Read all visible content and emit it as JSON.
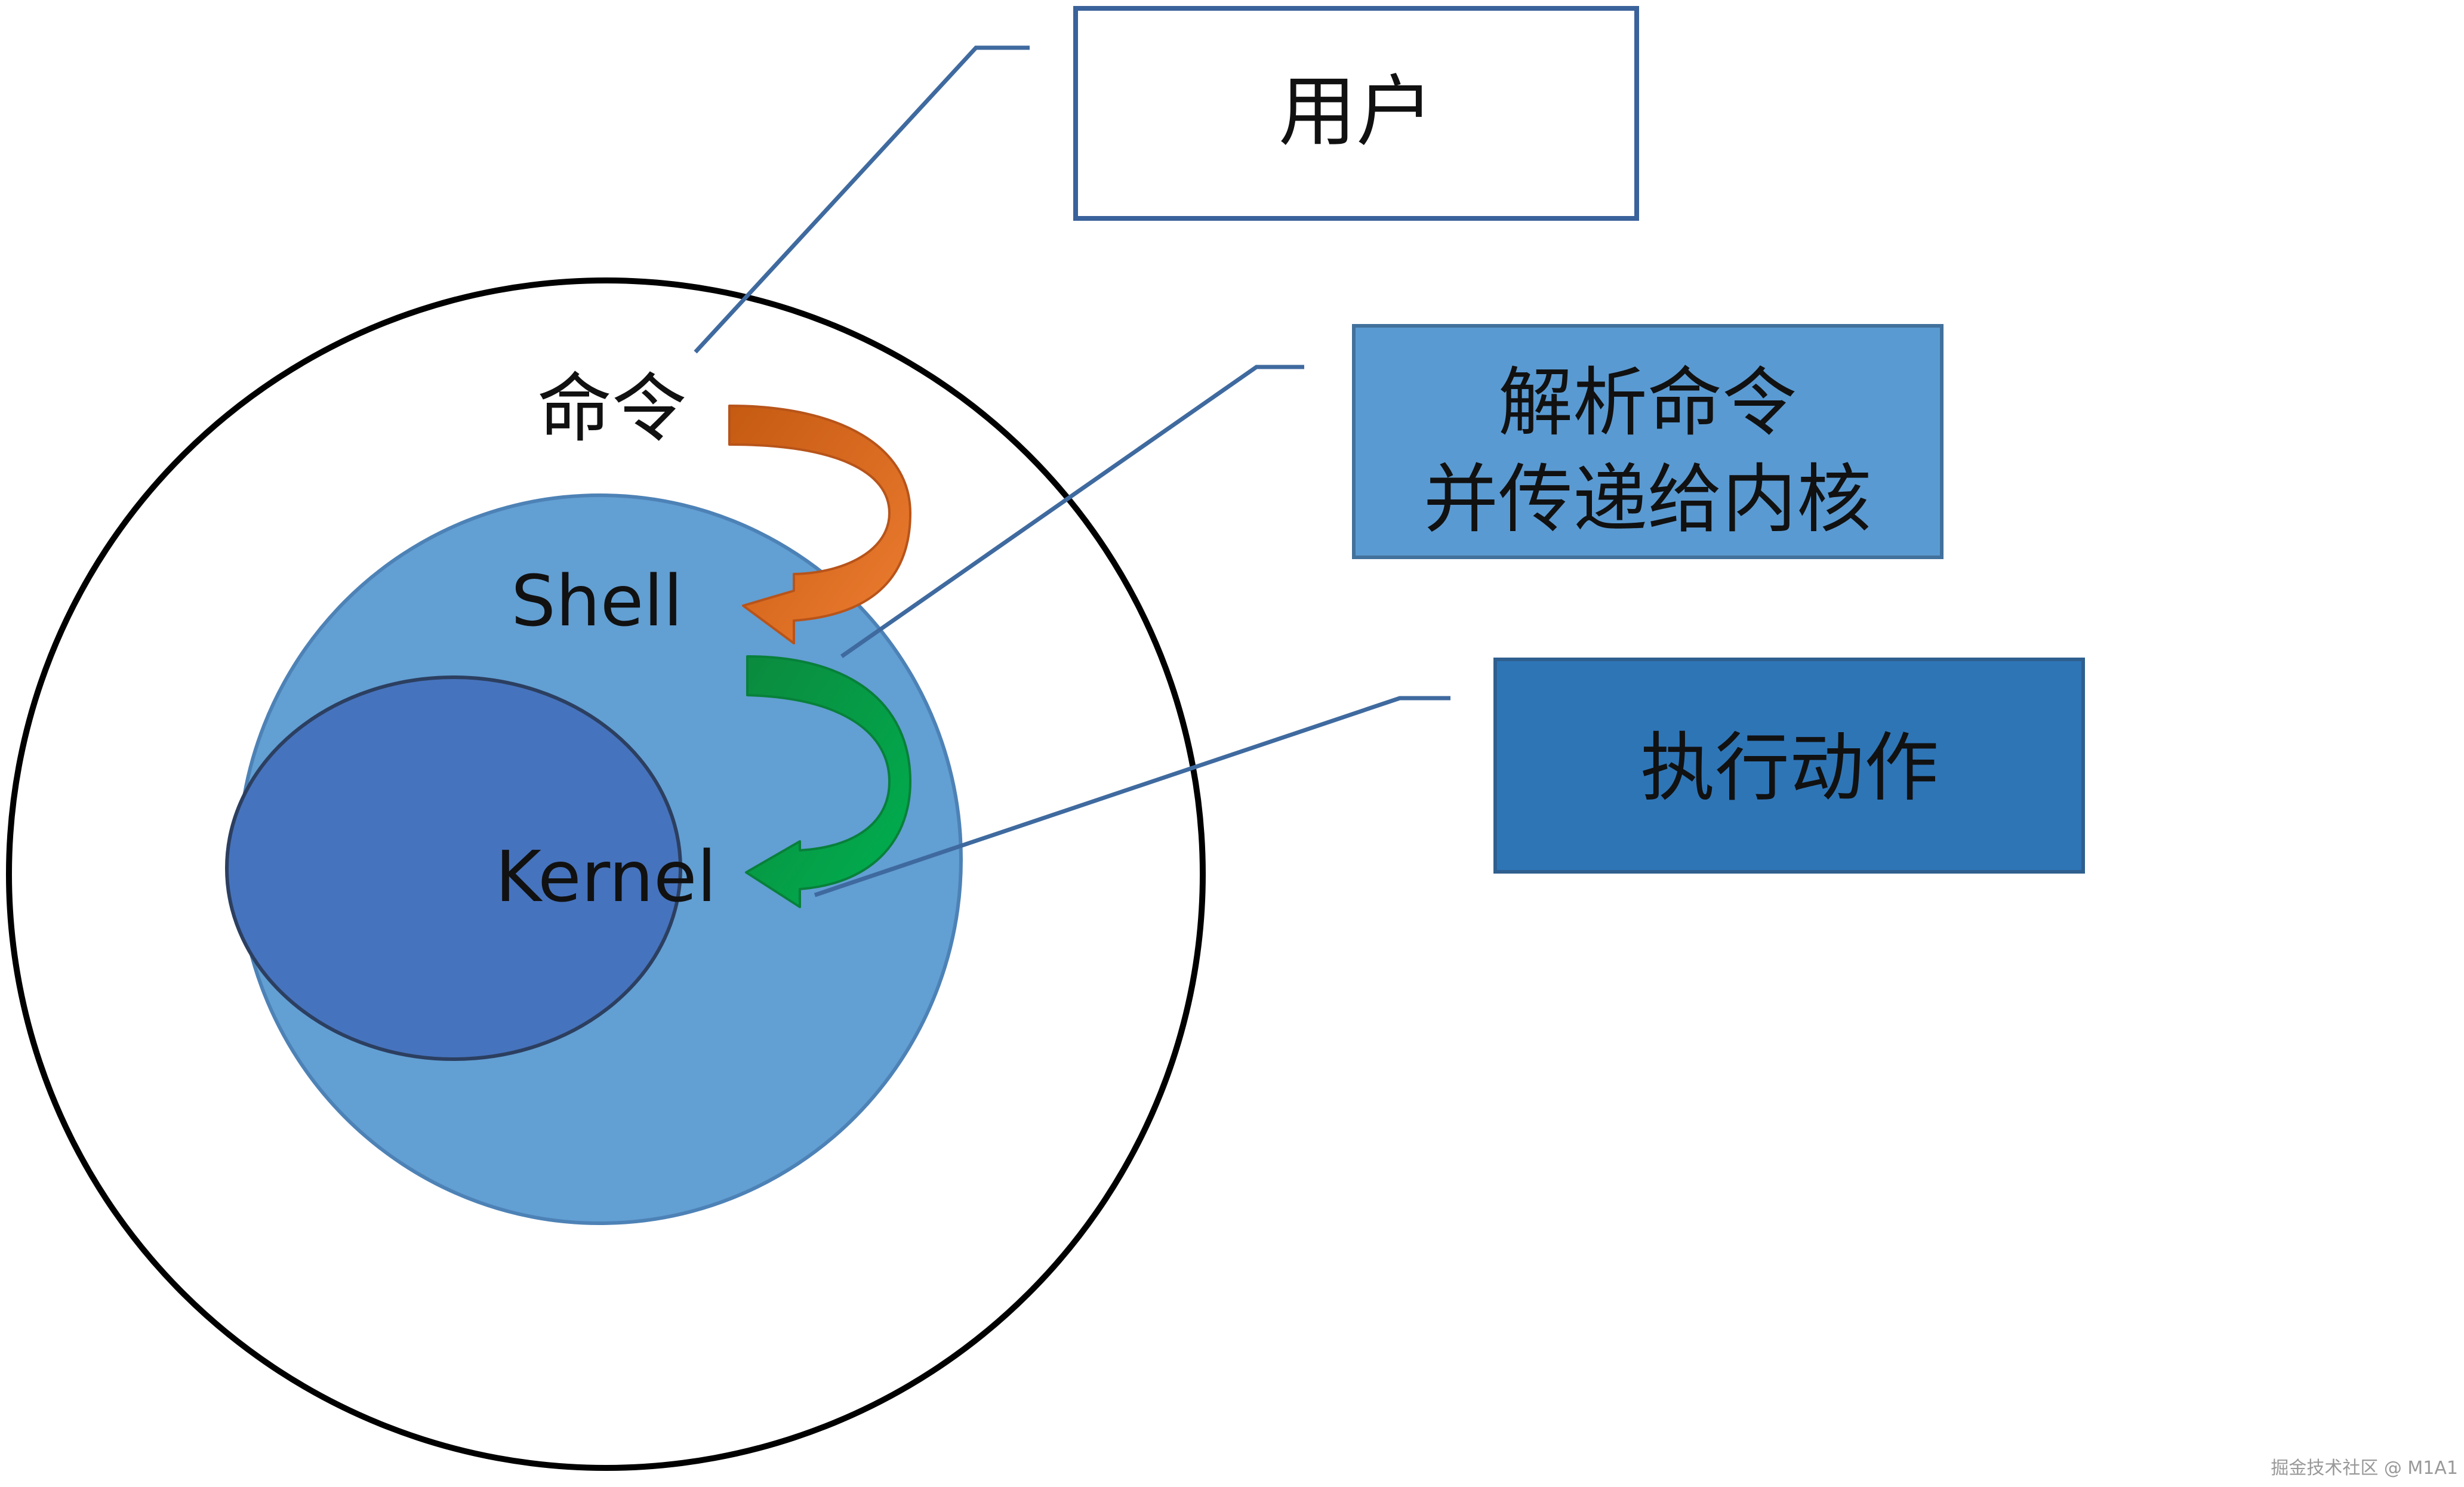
{
  "labels": {
    "user_box": "用户",
    "command": "命令",
    "shell": "Shell",
    "kernel": "Kernel",
    "parse_box_line1": "解析命令",
    "parse_box_line2": "并传递给内核",
    "execute_box": "执行动作"
  },
  "watermark": "掘金技术社区 @ M1A1",
  "colors": {
    "background": "#ffffff",
    "outer_circle_stroke": "#000000",
    "shell_fill": "#629fd3",
    "shell_stroke": "#4d82b6",
    "kernel_fill": "#4673bd",
    "kernel_stroke": "#2c3f60",
    "user_box_stroke": "#3a629b",
    "parse_box_fill": "#5a9ad2",
    "parse_box_stroke": "#41719c",
    "execute_box_fill": "#2e75b6",
    "execute_box_stroke": "#2f5f8f",
    "connector_line": "#3f6a9f",
    "orange_arrow": "#ed7d31",
    "orange_arrow_dark": "#c55a11",
    "green_arrow": "#00b050",
    "green_arrow_dark": "#0b8a3e",
    "text": "#111111",
    "watermark_text": "#999999"
  }
}
